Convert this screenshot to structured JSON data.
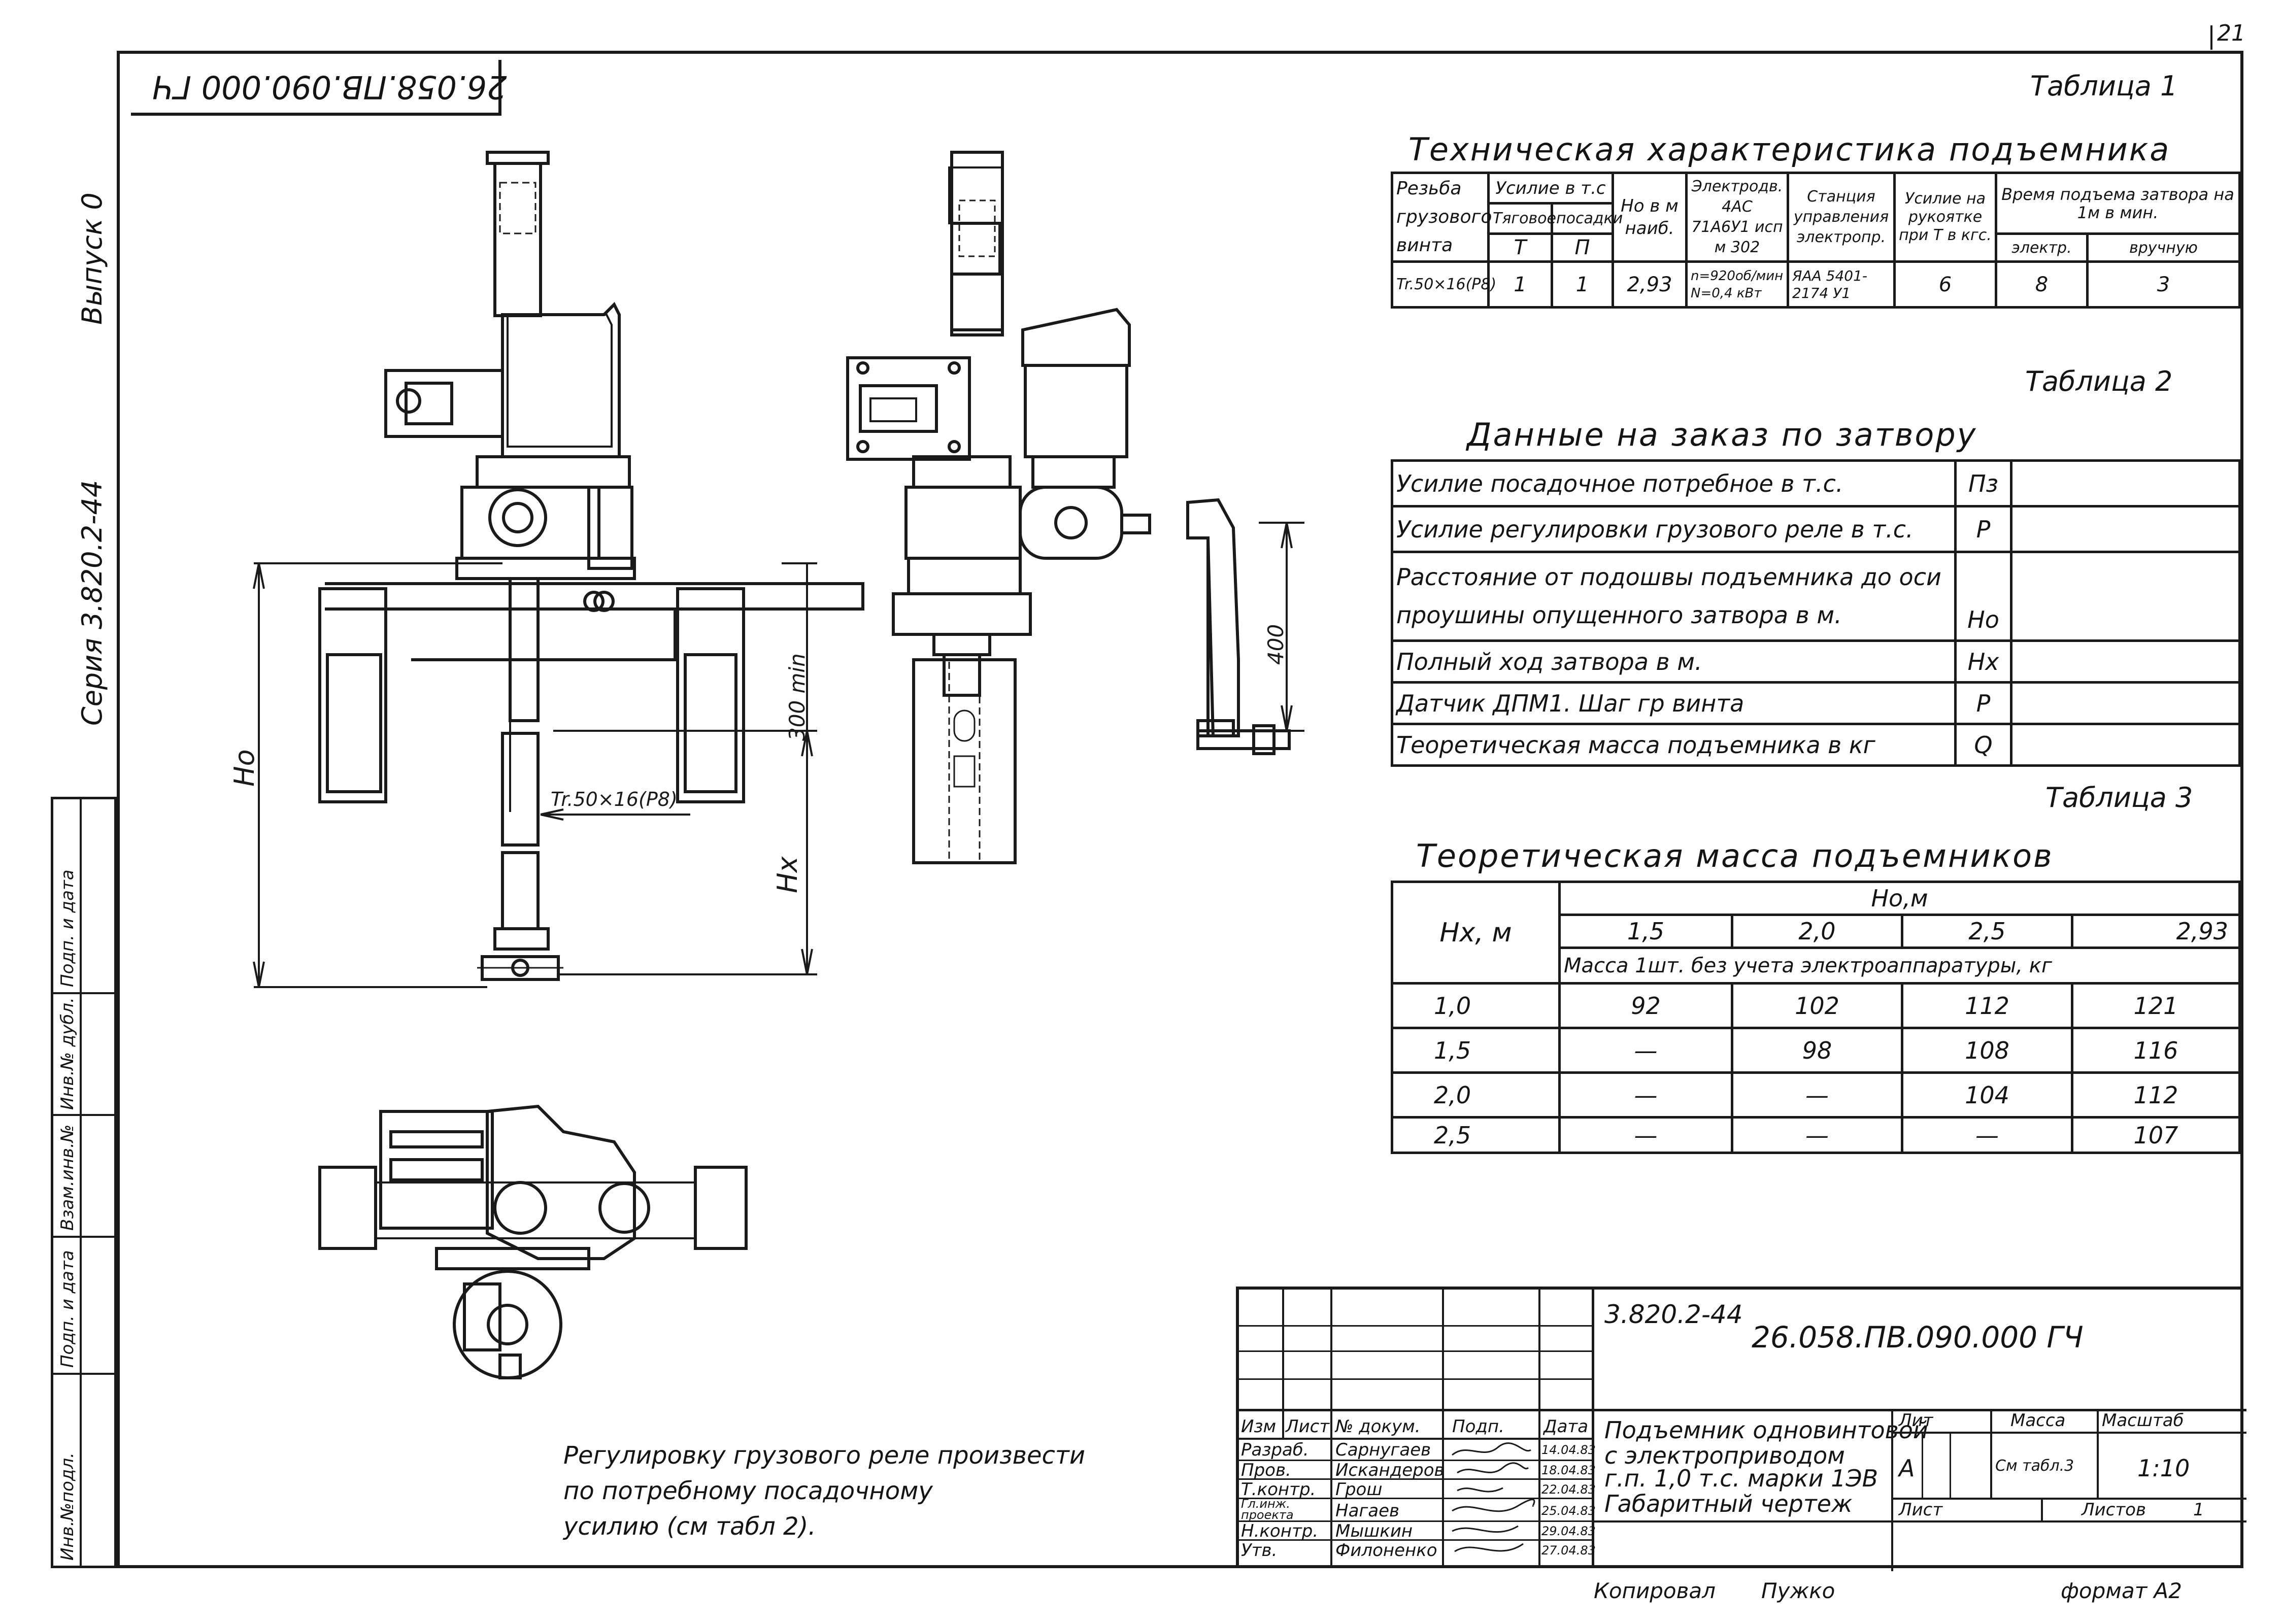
{
  "page_number": "21",
  "stamp_code_inverted": "26.058.ПВ.090.000 ГЧ",
  "side": {
    "vypusk": "Выпуск 0",
    "seriya": "Серия 3.820.2-44",
    "stamp_cols": [
      "Инв.№подл.",
      "Подп. и дата",
      "Взам.инв.№",
      "Инв.№ дубл.",
      "Подп. и дата"
    ]
  },
  "table1": {
    "table_no": "Таблица 1",
    "title": "Техническая характеристика подъемника",
    "head": {
      "rezba": "Резьба грузового винта",
      "usilie": "Усилие в т.с",
      "tyag": "Тяговое",
      "posad": "посадки",
      "T": "Т",
      "P": "П",
      "ho": "Но в м наиб.",
      "electro": "Электродв. 4АС 71А6У1 исп м 302",
      "station": "Станция управления электропр.",
      "ruk": "Усилие на рукоятке при Т в кгс.",
      "time": "Время подъема затвора на 1м в мин.",
      "time_el": "электр.",
      "time_hand": "вручную"
    },
    "row": {
      "rezba": "Tr.50×16(P8)",
      "T": "1",
      "P": "1",
      "ho": "2,93",
      "electro": "n=920об/мин N=0,4 кВт",
      "station": "ЯАА 5401-2174 У1",
      "ruk": "6",
      "time_el": "8",
      "time_hand": "3"
    }
  },
  "table2": {
    "table_no": "Таблица 2",
    "title": "Данные на заказ по затвору",
    "rows": [
      {
        "label": "Усилие посадочное потребное в т.с.",
        "sym": "Пз",
        "val": ""
      },
      {
        "label": "Усилие регулировки грузового реле в т.с.",
        "sym": "Р",
        "val": ""
      },
      {
        "label": "Расстояние от подошвы подъемника до оси проушины опущенного затвора в м.",
        "sym": "Но",
        "val": ""
      },
      {
        "label": "Полный ход затвора в м.",
        "sym": "Нх",
        "val": ""
      },
      {
        "label": "Датчик ДПМ1. Шаг гр винта",
        "sym": "Р",
        "val": ""
      },
      {
        "label": "Теоретическая масса подъемника в кг",
        "sym": "Q",
        "val": ""
      }
    ]
  },
  "table3": {
    "table_no": "Таблица 3",
    "title": "Теоретическая масса подъемников",
    "hx_label": "Нх, м",
    "ho_label": "Но,м",
    "ho_values": [
      "1,5",
      "2,0",
      "2,5",
      "2,93"
    ],
    "subhead": "Масса 1шт. без учета электроаппаратуры, кг",
    "rows": [
      {
        "hx": "1,0",
        "vals": [
          "92",
          "102",
          "112",
          "121"
        ]
      },
      {
        "hx": "1,5",
        "vals": [
          "—",
          "98",
          "108",
          "116"
        ]
      },
      {
        "hx": "2,0",
        "vals": [
          "—",
          "—",
          "104",
          "112"
        ]
      },
      {
        "hx": "2,5",
        "vals": [
          "—",
          "—",
          "—",
          "107"
        ]
      }
    ]
  },
  "drawing": {
    "dim_ho": "Но",
    "dim_hx": "Нх",
    "dim_300": "300 min",
    "dim_400": "400",
    "thread": "Tr.50×16(P8)"
  },
  "note": [
    "Регулировку грузового реле произвести",
    "по потребному посадочному",
    "усилию (см табл 2)."
  ],
  "title_block": {
    "series": "3.820.2-44",
    "code": "26.058.ПВ.090.000 ГЧ",
    "hdr": {
      "izm": "Изм",
      "list": "Лист",
      "doc": "№ докум.",
      "podp": "Подп.",
      "date": "Дата"
    },
    "people": [
      {
        "role": "Разраб.",
        "name": "Сарнугаев",
        "date": "14.04.83"
      },
      {
        "role": "Пров.",
        "name": "Искандеров",
        "date": "18.04.83"
      },
      {
        "role": "Т.контр.",
        "name": "Грош",
        "date": "22.04.83"
      },
      {
        "role": "Гл.инж. проекта",
        "name": "Нагаев",
        "date": "25.04.83"
      },
      {
        "role": "Н.контр.",
        "name": "Мышкин",
        "date": "29.04.83"
      },
      {
        "role": "Утв.",
        "name": "Филоненко",
        "date": "27.04.83"
      }
    ],
    "name_lines": [
      "Подъемник одновинтовой",
      "с электроприводом",
      "г.п. 1,0 т.с. марки 1ЭВ",
      "Габаритный чертеж"
    ],
    "lit_h": "Лит",
    "massa_h": "Масса",
    "masshtab_h": "Масштаб",
    "lit": "А",
    "massa": "См табл.3",
    "masshtab": "1:10",
    "list_h": "Лист",
    "listov_h": "Листов",
    "listov": "1"
  },
  "footer": {
    "kopiroval": "Копировал",
    "copier": "Пужко",
    "format": "формат А2"
  }
}
